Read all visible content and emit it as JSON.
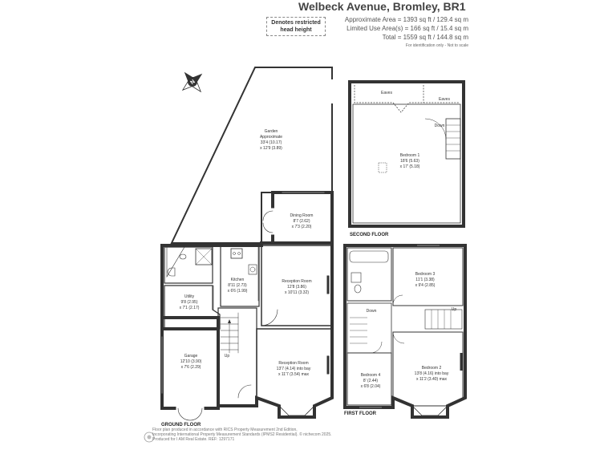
{
  "title": "Welbeck Avenue, Bromley, BR1",
  "areas": {
    "approx": "Approximate Area = 1393 sq ft / 129.4 sq m",
    "limited": "Limited Use Area(s) = 166 sq ft / 15.4 sq m",
    "total": "Total = 1559 sq ft / 144.8 sq m",
    "note": "For identification only - Not to scale"
  },
  "restricted_legend": {
    "line1": "Denotes restricted",
    "line2": "head height"
  },
  "compass": {
    "label": "N",
    "icon": "compass-icon"
  },
  "floors": {
    "ground": "GROUND FLOOR",
    "first": "FIRST FLOOR",
    "second": "SECOND FLOOR"
  },
  "rooms": {
    "garden": {
      "name": "Garden",
      "l1": "Approximate",
      "l2": "33'4 (10.17)",
      "l3": "x 12'9 (3.89)"
    },
    "dining": {
      "name": "Dining Room",
      "l1": "8'7 (2.62)",
      "l2": "x 7'3 (2.20)"
    },
    "kitchen": {
      "name": "Kitchen",
      "l1": "8'11 (2.73)",
      "l2": "x 6'6 (1.99)"
    },
    "utility": {
      "name": "Utility",
      "l1": "9'8 (2.95)",
      "l2": "x 7'1 (2.17)"
    },
    "reception1": {
      "name": "Reception Room",
      "l1": "12'8 (3.86)",
      "l2": "x 10'11 (3.32)"
    },
    "reception2": {
      "name": "Reception Room",
      "l1": "13'7 (4.14) into bay",
      "l2": "x 11'7 (3.54) max"
    },
    "garage": {
      "name": "Garage",
      "l1": "12'10 (3.90)",
      "l2": "x 7'6 (2.29)"
    },
    "bedroom1": {
      "name": "Bedroom 1",
      "l1": "18'6 (5.63)",
      "l2": "x 17' (5.18)"
    },
    "bedroom2": {
      "name": "Bedroom 2",
      "l1": "13'8 (4.16) into bay",
      "l2": "x 11'2 (3.40) max"
    },
    "bedroom3": {
      "name": "Bedroom 3",
      "l1": "11'1 (3.38)",
      "l2": "x 9'4 (2.85)"
    },
    "bedroom4": {
      "name": "Bedroom 4",
      "l1": "8' (2.44)",
      "l2": "x 6'8 (2.04)"
    }
  },
  "labels": {
    "eaves1": "Eaves",
    "eaves2": "Eaves",
    "down_sf": "Down",
    "down_ff": "Down",
    "up_ff": "Up",
    "up_gf": "Up"
  },
  "footer": {
    "l1": "Floor plan produced in accordance with RICS Property Measurement 2nd Edition,",
    "l2": "Incorporating International Property Measurement Standards (IPMS2 Residential). © nichecom 2025.",
    "l3": "Produced for I AM Real Estate.    REF: 1297171"
  }
}
